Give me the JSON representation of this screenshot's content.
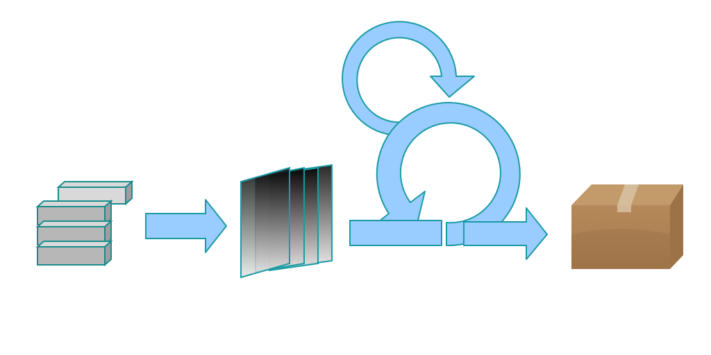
{
  "diagram": {
    "type": "process-flow",
    "steps": [
      {
        "id": "input",
        "shape": "stacked-blocks",
        "label": "",
        "icon": "stacked-blocks-icon"
      },
      {
        "id": "sprint-backlog",
        "shape": "stacked-gradient-sheets",
        "label": "",
        "icon": "stacked-sheets-icon"
      },
      {
        "id": "iteration",
        "shape": "circular-arrows",
        "label": "",
        "icon": "loop-arrows-icon"
      },
      {
        "id": "output",
        "shape": "cardboard-box",
        "label": "",
        "icon": "package-box-icon"
      }
    ],
    "connectors": [
      {
        "from": "input",
        "to": "sprint-backlog",
        "style": "block-arrow"
      },
      {
        "from": "sprint-backlog",
        "to": "iteration",
        "style": "baseline"
      },
      {
        "from": "iteration",
        "to": "output",
        "style": "block-arrow"
      }
    ]
  },
  "colors": {
    "arrow_fill": "#99CCFF",
    "arrow_stroke": "#1A9BA3",
    "block_fill": "#B7B7B7",
    "block_top": "#D9D9D9",
    "block_stroke": "#1A8C8C",
    "sheet_dark": "#050505",
    "sheet_light": "#E6E6E6",
    "box_fill": "#B58A5A",
    "box_top": "#C39A69",
    "box_tape": "#D9C4A6"
  }
}
